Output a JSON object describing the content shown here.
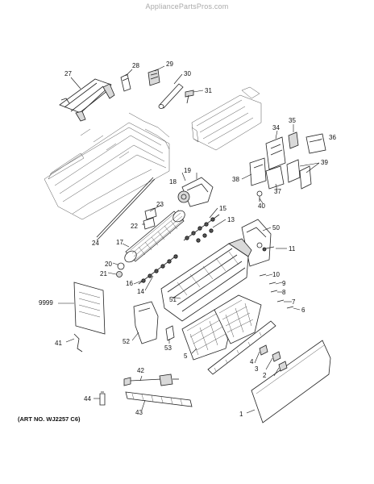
{
  "site_url": "AppliancePartsPros.com",
  "art_number": "(ART NO. WJ2257 C6)",
  "callouts": [
    {
      "id": "c1",
      "label": "1"
    },
    {
      "id": "c2",
      "label": "2"
    },
    {
      "id": "c3",
      "label": "3"
    },
    {
      "id": "c4",
      "label": "4"
    },
    {
      "id": "c5",
      "label": "5"
    },
    {
      "id": "c6",
      "label": "6"
    },
    {
      "id": "c7",
      "label": "7"
    },
    {
      "id": "c8",
      "label": "8"
    },
    {
      "id": "c9",
      "label": "9"
    },
    {
      "id": "c10",
      "label": "10"
    },
    {
      "id": "c11",
      "label": "11"
    },
    {
      "id": "c13",
      "label": "13"
    },
    {
      "id": "c14",
      "label": "14"
    },
    {
      "id": "c15",
      "label": "15"
    },
    {
      "id": "c16",
      "label": "16"
    },
    {
      "id": "c17",
      "label": "17"
    },
    {
      "id": "c18",
      "label": "18"
    },
    {
      "id": "c19",
      "label": "19"
    },
    {
      "id": "c20",
      "label": "20"
    },
    {
      "id": "c21",
      "label": "21"
    },
    {
      "id": "c22",
      "label": "22"
    },
    {
      "id": "c23",
      "label": "23"
    },
    {
      "id": "c24",
      "label": "24"
    },
    {
      "id": "c27",
      "label": "27"
    },
    {
      "id": "c28",
      "label": "28"
    },
    {
      "id": "c29",
      "label": "29"
    },
    {
      "id": "c30",
      "label": "30"
    },
    {
      "id": "c31",
      "label": "31"
    },
    {
      "id": "c34",
      "label": "34"
    },
    {
      "id": "c35",
      "label": "35"
    },
    {
      "id": "c36",
      "label": "36"
    },
    {
      "id": "c37",
      "label": "37"
    },
    {
      "id": "c38",
      "label": "38"
    },
    {
      "id": "c39",
      "label": "39"
    },
    {
      "id": "c40",
      "label": "40"
    },
    {
      "id": "c41",
      "label": "41"
    },
    {
      "id": "c42",
      "label": "42"
    },
    {
      "id": "c43",
      "label": "43"
    },
    {
      "id": "c44",
      "label": "44"
    },
    {
      "id": "c50",
      "label": "50"
    },
    {
      "id": "c51",
      "label": "51"
    },
    {
      "id": "c52",
      "label": "52"
    },
    {
      "id": "c53",
      "label": "53"
    },
    {
      "id": "c9999",
      "label": "9999"
    }
  ]
}
